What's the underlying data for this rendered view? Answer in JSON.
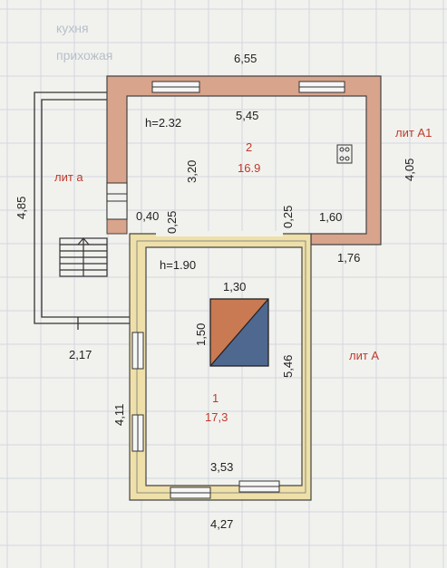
{
  "faded_header": {
    "left": "кухня",
    "right": "прихожая"
  },
  "rooms": {
    "room2": {
      "number": "2",
      "area": "16.9",
      "height": "h=2.32"
    },
    "room1": {
      "number": "1",
      "area": "17,3",
      "height": "h=1.90"
    }
  },
  "litera": {
    "a_lower": "лит а",
    "a1": "лит А1",
    "a_upper": "лит А"
  },
  "dimensions": {
    "top_total": "6,55",
    "r2_width": "5,45",
    "r2_depth": "3,20",
    "right_height": "4,05",
    "left_height": "4,85",
    "w_040": "0,40",
    "w_025_left": "0,25",
    "w_025_right": "0,25",
    "w_160": "1,60",
    "w_176": "1,76",
    "w_217": "2,17",
    "stove_w": "1,30",
    "stove_h": "1,50",
    "r1_height": "5,46",
    "left_411": "4,11",
    "r1_width": "3,53",
    "bottom_total": "4,27"
  },
  "colors": {
    "wall_a1": "#d9a48c",
    "wall_a": "#eee0a8",
    "stove_orange": "#c97a52",
    "stove_blue": "#4f6890",
    "red_text": "#c0392b",
    "grid": "#d3d7dd"
  }
}
